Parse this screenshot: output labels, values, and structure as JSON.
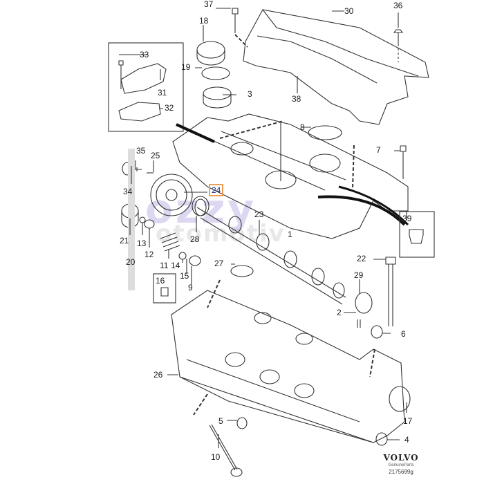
{
  "diagram": {
    "title": "Cylinder head exploded parts diagram",
    "highlighted_part": "24",
    "highlight_color": "#f0a050",
    "labels": [
      {
        "id": "37",
        "text": "37"
      },
      {
        "id": "30",
        "text": "30"
      },
      {
        "id": "36",
        "text": "36"
      },
      {
        "id": "18",
        "text": "18"
      },
      {
        "id": "33",
        "text": "33"
      },
      {
        "id": "19",
        "text": "19"
      },
      {
        "id": "31",
        "text": "31"
      },
      {
        "id": "3",
        "text": "3"
      },
      {
        "id": "32",
        "text": "32"
      },
      {
        "id": "38",
        "text": "38"
      },
      {
        "id": "8",
        "text": "8"
      },
      {
        "id": "7",
        "text": "7"
      },
      {
        "id": "35",
        "text": "35"
      },
      {
        "id": "25",
        "text": "25"
      },
      {
        "id": "24",
        "text": "24"
      },
      {
        "id": "34",
        "text": "34"
      },
      {
        "id": "23",
        "text": "23"
      },
      {
        "id": "39",
        "text": "39"
      },
      {
        "id": "21",
        "text": "21"
      },
      {
        "id": "13",
        "text": "13"
      },
      {
        "id": "28",
        "text": "28"
      },
      {
        "id": "1",
        "text": "1"
      },
      {
        "id": "12",
        "text": "12"
      },
      {
        "id": "20",
        "text": "20"
      },
      {
        "id": "11",
        "text": "11"
      },
      {
        "id": "14",
        "text": "14"
      },
      {
        "id": "27",
        "text": "27"
      },
      {
        "id": "22",
        "text": "22"
      },
      {
        "id": "15",
        "text": "15"
      },
      {
        "id": "16",
        "text": "16"
      },
      {
        "id": "9",
        "text": "9"
      },
      {
        "id": "29",
        "text": "29"
      },
      {
        "id": "2",
        "text": "2"
      },
      {
        "id": "6",
        "text": "6"
      },
      {
        "id": "26",
        "text": "26"
      },
      {
        "id": "17",
        "text": "17"
      },
      {
        "id": "5",
        "text": "5"
      },
      {
        "id": "4",
        "text": "4"
      },
      {
        "id": "10",
        "text": "10"
      }
    ]
  },
  "watermark": {
    "line1": "ozzy",
    "line2": "otomotiv"
  },
  "brand": {
    "logo": "VOLVO",
    "subtitle": "GenuineParts",
    "code": "2175699g"
  }
}
